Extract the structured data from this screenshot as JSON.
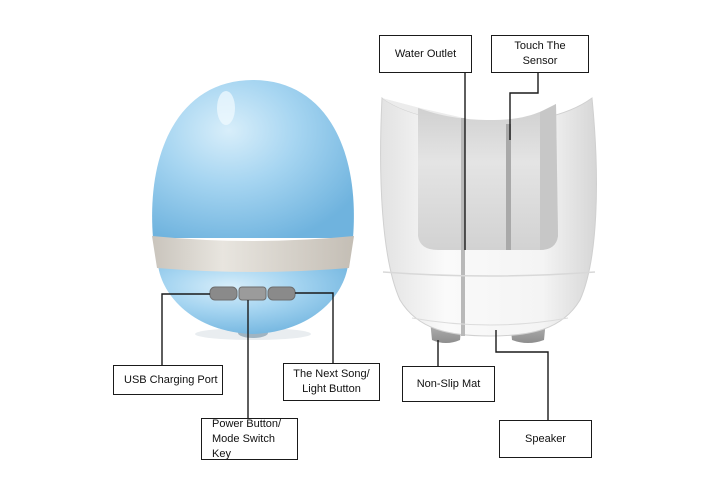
{
  "labels": {
    "water_outlet": "Water Outlet",
    "touch_sensor": "Touch The Sensor",
    "usb_port": "USB Charging Port",
    "next_song": "The Next Song/\nLight Button",
    "power_button": "Power Button/\nMode Switch Key",
    "non_slip_mat": "Non-Slip Mat",
    "speaker": "Speaker"
  },
  "colors": {
    "pot_blue": "#9fd0ef",
    "band_beige": "#dedad3",
    "shell_white": "#f2f2f2",
    "inner_grey": "#d9d9d9",
    "leader_line": "#1a1a1a"
  }
}
